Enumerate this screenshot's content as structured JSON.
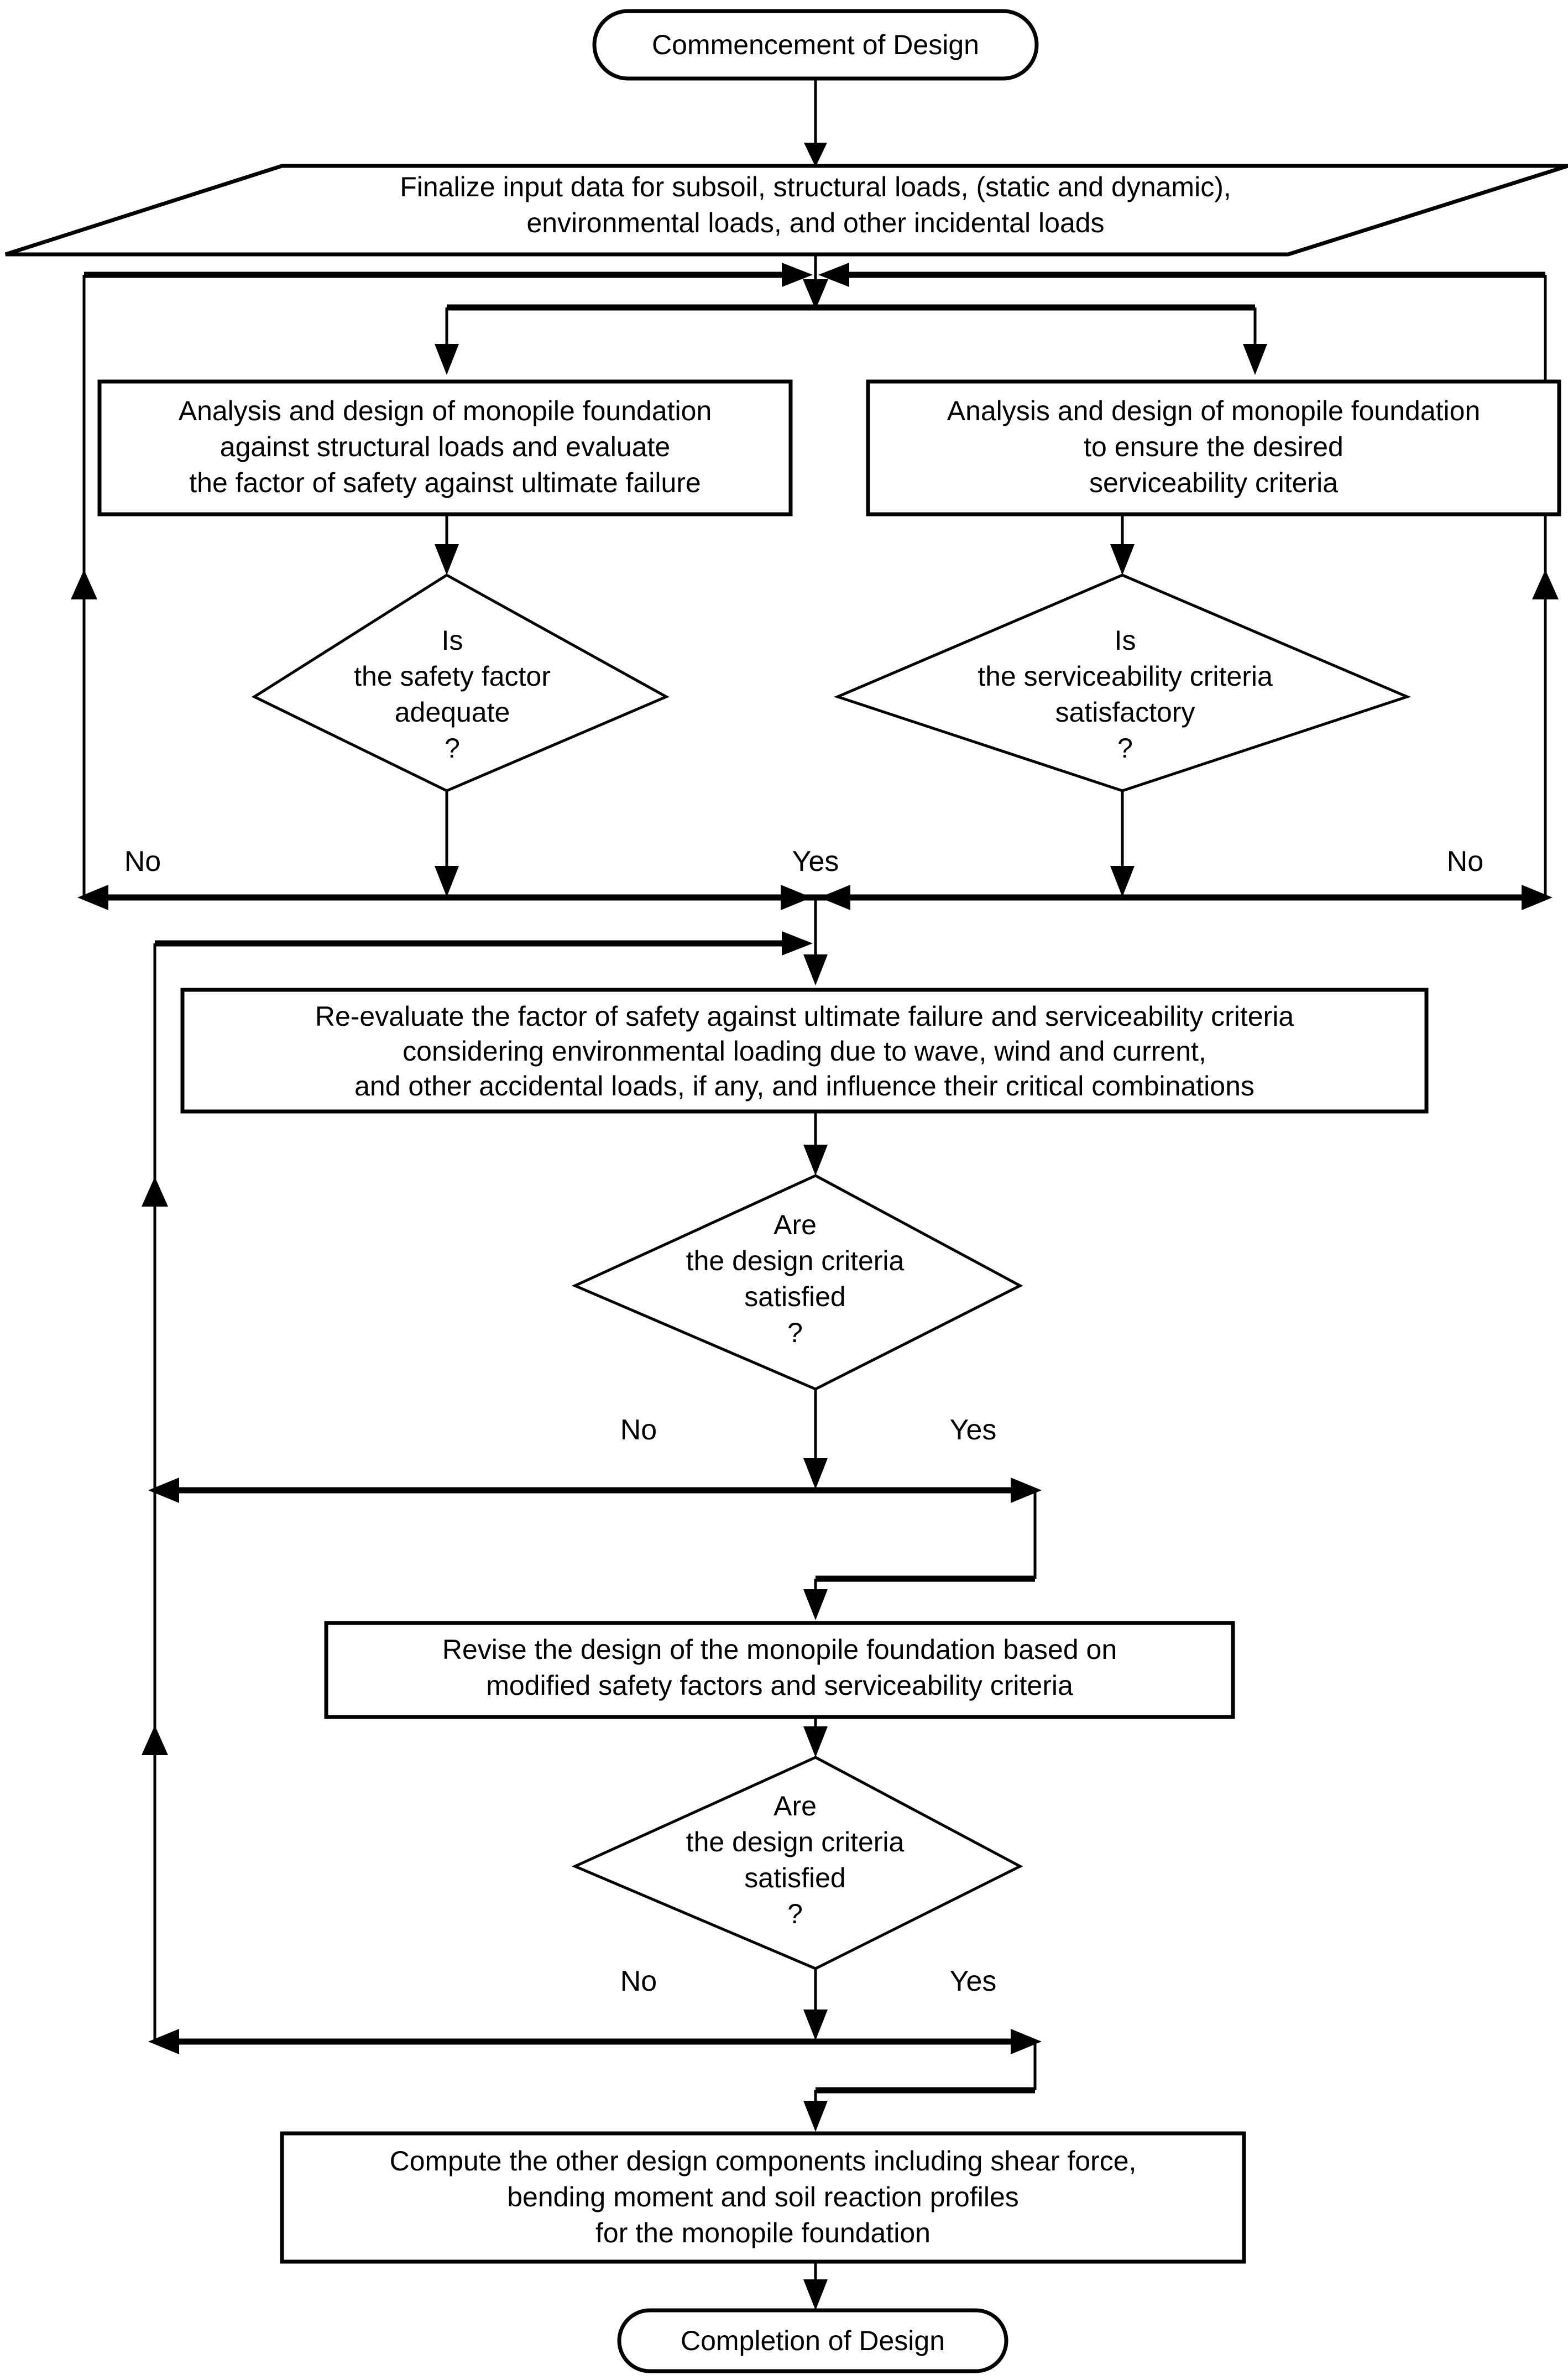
{
  "diagram": {
    "title": "Monopile foundation design flowchart",
    "colors": {
      "stroke": "#000000",
      "fill": "#ffffff",
      "text": "#000000"
    },
    "nodes": {
      "start": {
        "type": "terminator",
        "text": "Commencement of Design"
      },
      "input": {
        "type": "input-parallelogram",
        "lines": [
          "Finalize input data for subsoil, structural loads, (static and dynamic),",
          "environmental loads, and other incidental loads"
        ]
      },
      "process_ultimate": {
        "type": "process",
        "lines": [
          "Analysis and design of monopile foundation",
          "against structural loads and evaluate",
          "the factor of safety against ultimate failure"
        ]
      },
      "process_serviceability": {
        "type": "process",
        "lines": [
          "Analysis and design of monopile foundation",
          "to ensure the desired",
          "serviceability criteria"
        ]
      },
      "decision_safety": {
        "type": "decision",
        "lines": [
          "Is",
          "the safety factor",
          "adequate",
          "?"
        ]
      },
      "decision_serviceability": {
        "type": "decision",
        "lines": [
          "Is",
          "the serviceability criteria",
          "satisfactory",
          "?"
        ]
      },
      "process_reevaluate": {
        "type": "process",
        "lines": [
          "Re-evaluate the factor of safety against ultimate failure and serviceability criteria",
          "considering environmental loading due to wave, wind and current,",
          "and other accidental loads, if any, and influence their critical combinations"
        ]
      },
      "decision_design_1": {
        "type": "decision",
        "lines": [
          "Are",
          "the design criteria",
          "satisfied",
          "?"
        ]
      },
      "process_revise": {
        "type": "process",
        "lines": [
          "Revise the design of the monopile foundation based on",
          "modified safety factors and serviceability criteria"
        ]
      },
      "decision_design_2": {
        "type": "decision",
        "lines": [
          "Are",
          "the design criteria",
          "satisfied",
          "?"
        ]
      },
      "process_compute": {
        "type": "process",
        "lines": [
          "Compute the other design components including shear force,",
          "bending moment and soil reaction profiles",
          "for the monopile foundation"
        ]
      },
      "end": {
        "type": "terminator",
        "text": "Completion of Design"
      }
    },
    "edge_labels": {
      "no_left_top": "No",
      "yes_center_top": "Yes",
      "no_right_top": "No",
      "no_mid_1": "No",
      "yes_mid_1": "Yes",
      "no_mid_2": "No",
      "yes_mid_2": "Yes"
    }
  }
}
